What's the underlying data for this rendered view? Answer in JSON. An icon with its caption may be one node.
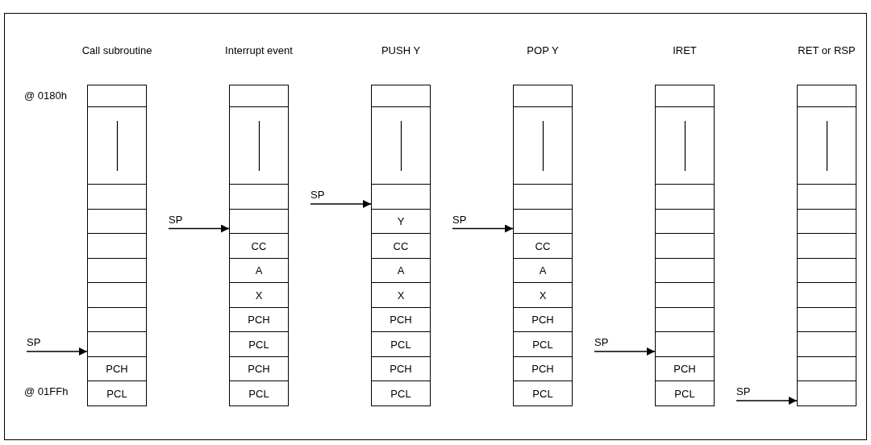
{
  "diagram": {
    "nodes": [
      {
        "text": [
          "Call subroutine"
        ]
      },
      {
        "text": [],
        "shape": "box",
        "in": 0
      },
      {
        "text": [],
        "shape": "box",
        "in": 0
      },
      {
        "text": [],
        "shape": "box",
        "in": 0
      },
      {
        "text": [],
        "shape": "box",
        "in": 0
      },
      {
        "text": [],
        "shape": "box",
        "in": 0
      },
      {
        "text": [],
        "shape": "box",
        "in": 0
      },
      {
        "text": [],
        "shape": "box",
        "in": 0
      },
      {
        "text": [],
        "shape": "box",
        "in": 0
      },
      {
        "text": [],
        "shape": "box",
        "in": 0
      },
      {
        "text": [
          "PCH"
        ],
        "in": 0
      },
      {
        "text": [
          "PCL"
        ],
        "in": 0
      },
      {
        "text": [
          "SP"
        ]
      },
      {
        "text": [
          "Interrupt event"
        ]
      },
      {
        "text": [],
        "shape": "box",
        "in": 13
      },
      {
        "text": [],
        "shape": "box",
        "in": 13
      },
      {
        "text": [],
        "shape": "box",
        "in": 13
      },
      {
        "text": [],
        "shape": "box",
        "in": 13
      },
      {
        "text": [
          "CC"
        ],
        "in": 13
      },
      {
        "text": [
          "A"
        ],
        "in": 13
      },
      {
        "text": [
          "X"
        ],
        "in": 13
      },
      {
        "text": [
          "PCH"
        ],
        "in": 13
      },
      {
        "text": [
          "PCL"
        ],
        "in": 13
      },
      {
        "text": [
          "PCH"
        ],
        "in": 13
      },
      {
        "text": [
          "PCL"
        ],
        "in": 13
      },
      {
        "text": [
          "SP"
        ]
      },
      {
        "text": [
          "PUSH Y"
        ]
      },
      {
        "text": [],
        "shape": "box",
        "in": 26
      },
      {
        "text": [],
        "shape": "box",
        "in": 26
      },
      {
        "text": [],
        "shape": "box",
        "in": 26
      },
      {
        "text": [
          "Y"
        ],
        "in": 26
      },
      {
        "text": [
          "CC"
        ],
        "in": 26
      },
      {
        "text": [
          "A"
        ],
        "in": 26
      },
      {
        "text": [
          "X"
        ],
        "in": 26
      },
      {
        "text": [
          "PCH"
        ],
        "in": 26
      },
      {
        "text": [
          "PCL"
        ],
        "in": 26
      },
      {
        "text": [
          "PCH"
        ],
        "in": 26
      },
      {
        "text": [
          "PCL"
        ],
        "in": 26
      },
      {
        "text": [
          "SP"
        ]
      },
      {
        "text": [
          "POP Y"
        ]
      },
      {
        "text": [],
        "shape": "box",
        "in": 39
      },
      {
        "text": [],
        "shape": "box",
        "in": 39
      },
      {
        "text": [],
        "shape": "box",
        "in": 39
      },
      {
        "text": [],
        "shape": "box",
        "in": 39
      },
      {
        "text": [
          "CC"
        ],
        "in": 39
      },
      {
        "text": [
          "A"
        ],
        "in": 39
      },
      {
        "text": [
          "X"
        ],
        "in": 39
      },
      {
        "text": [
          "PCH"
        ],
        "in": 39
      },
      {
        "text": [
          "PCL"
        ],
        "in": 39
      },
      {
        "text": [
          "PCH"
        ],
        "in": 39
      },
      {
        "text": [
          "PCL"
        ],
        "in": 39
      },
      {
        "text": [
          "SP"
        ]
      },
      {
        "text": [
          "IRET"
        ]
      },
      {
        "text": [],
        "shape": "box",
        "in": 52
      },
      {
        "text": [],
        "shape": "box",
        "in": 52
      },
      {
        "text": [],
        "shape": "box",
        "in": 52
      },
      {
        "text": [],
        "shape": "box",
        "in": 52
      },
      {
        "text": [],
        "shape": "box",
        "in": 52
      },
      {
        "text": [],
        "shape": "box",
        "in": 52
      },
      {
        "text": [],
        "shape": "box",
        "in": 52
      },
      {
        "text": [],
        "shape": "box",
        "in": 52
      },
      {
        "text": [],
        "shape": "box",
        "in": 52
      },
      {
        "text": [
          "PCH"
        ],
        "in": 52
      },
      {
        "text": [
          "PCL"
        ],
        "in": 52
      },
      {
        "text": [
          "SP"
        ]
      },
      {
        "text": [
          "RET or RSP"
        ]
      },
      {
        "text": [],
        "shape": "box",
        "in": 65
      },
      {
        "text": [],
        "shape": "box",
        "in": 65
      },
      {
        "text": [],
        "shape": "box",
        "in": 65
      },
      {
        "text": [],
        "shape": "box",
        "in": 65
      },
      {
        "text": [],
        "shape": "box",
        "in": 65
      },
      {
        "text": [],
        "shape": "box",
        "in": 65
      },
      {
        "text": [],
        "shape": "box",
        "in": 65
      },
      {
        "text": [],
        "shape": "box",
        "in": 65
      },
      {
        "text": [],
        "shape": "box",
        "in": 65
      },
      {
        "text": [],
        "shape": "box",
        "in": 65
      },
      {
        "text": [],
        "shape": "box",
        "in": 65
      },
      {
        "text": [
          "SP"
        ]
      }
    ],
    "edges": [
      {
        "from": 12,
        "to": 9,
        "arrow": "to"
      },
      {
        "from": 25,
        "to": 17,
        "arrow": "to"
      },
      {
        "from": 38,
        "to": 29,
        "arrow": "to"
      },
      {
        "from": 51,
        "to": 43,
        "arrow": "to"
      },
      {
        "from": 64,
        "to": 61,
        "arrow": "to"
      },
      {
        "from": 77,
        "to": 76,
        "arrow": "to"
      }
    ],
    "labels": [
      "@ 0180h",
      "@ 01FFh"
    ]
  }
}
